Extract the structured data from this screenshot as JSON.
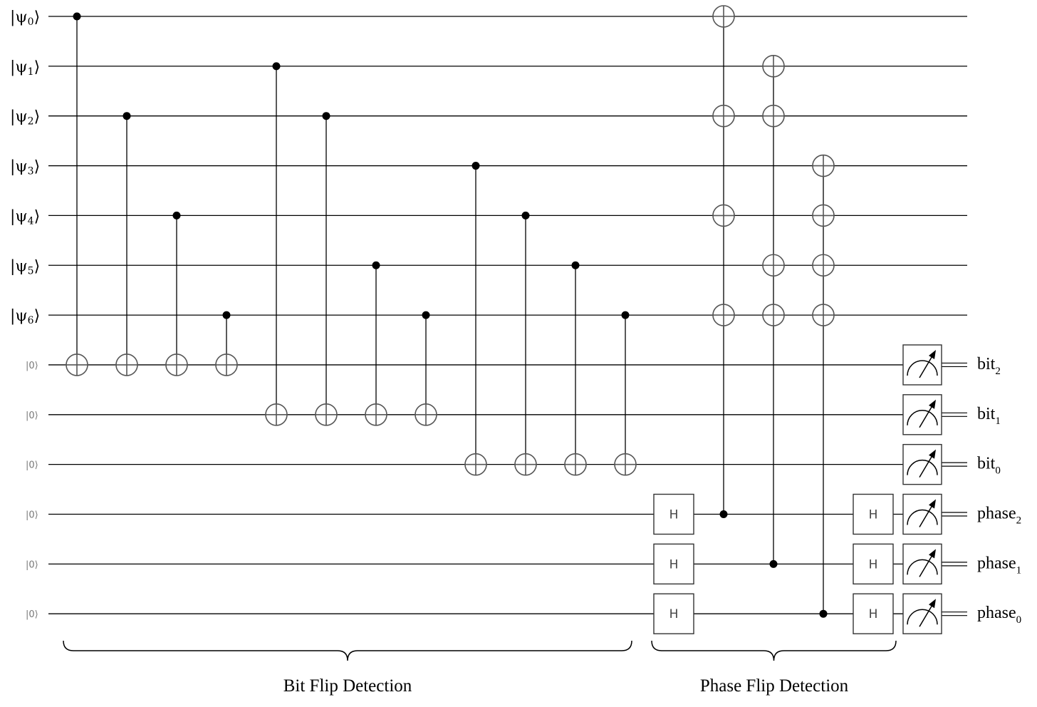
{
  "qubits": [
    {
      "open": "|ψ",
      "sub": "0",
      "close": "⟩",
      "kind": "data"
    },
    {
      "open": "|ψ",
      "sub": "1",
      "close": "⟩",
      "kind": "data"
    },
    {
      "open": "|ψ",
      "sub": "2",
      "close": "⟩",
      "kind": "data"
    },
    {
      "open": "|ψ",
      "sub": "3",
      "close": "⟩",
      "kind": "data"
    },
    {
      "open": "|ψ",
      "sub": "4",
      "close": "⟩",
      "kind": "data"
    },
    {
      "open": "|ψ",
      "sub": "5",
      "close": "⟩",
      "kind": "data"
    },
    {
      "open": "|ψ",
      "sub": "6",
      "close": "⟩",
      "kind": "data"
    },
    {
      "init": "|0⟩",
      "kind": "ancilla",
      "out": "bit",
      "out_sub": "2"
    },
    {
      "init": "|0⟩",
      "kind": "ancilla",
      "out": "bit",
      "out_sub": "1"
    },
    {
      "init": "|0⟩",
      "kind": "ancilla",
      "out": "bit",
      "out_sub": "0"
    },
    {
      "init": "|0⟩",
      "kind": "ancilla",
      "out": "phase",
      "out_sub": "2"
    },
    {
      "init": "|0⟩",
      "kind": "ancilla",
      "out": "phase",
      "out_sub": "1"
    },
    {
      "init": "|0⟩",
      "kind": "ancilla",
      "out": "phase",
      "out_sub": "0"
    }
  ],
  "bit_flip_cnots": [
    {
      "control": 0,
      "target": 7
    },
    {
      "control": 2,
      "target": 7
    },
    {
      "control": 4,
      "target": 7
    },
    {
      "control": 6,
      "target": 7
    },
    {
      "control": 1,
      "target": 8
    },
    {
      "control": 2,
      "target": 8
    },
    {
      "control": 5,
      "target": 8
    },
    {
      "control": 6,
      "target": 8
    },
    {
      "control": 3,
      "target": 9
    },
    {
      "control": 4,
      "target": 9
    },
    {
      "control": 5,
      "target": 9
    },
    {
      "control": 6,
      "target": 9
    }
  ],
  "phase_flip_multi_cnots": [
    {
      "control": 10,
      "targets": [
        0,
        2,
        4,
        6
      ]
    },
    {
      "control": 11,
      "targets": [
        1,
        2,
        5,
        6
      ]
    },
    {
      "control": 12,
      "targets": [
        3,
        4,
        5,
        6
      ]
    }
  ],
  "h_gate_label": "H",
  "h_rows": [
    10,
    11,
    12
  ],
  "sections": {
    "bit_flip": "Bit Flip Detection",
    "phase_flip": "Phase Flip Detection"
  }
}
